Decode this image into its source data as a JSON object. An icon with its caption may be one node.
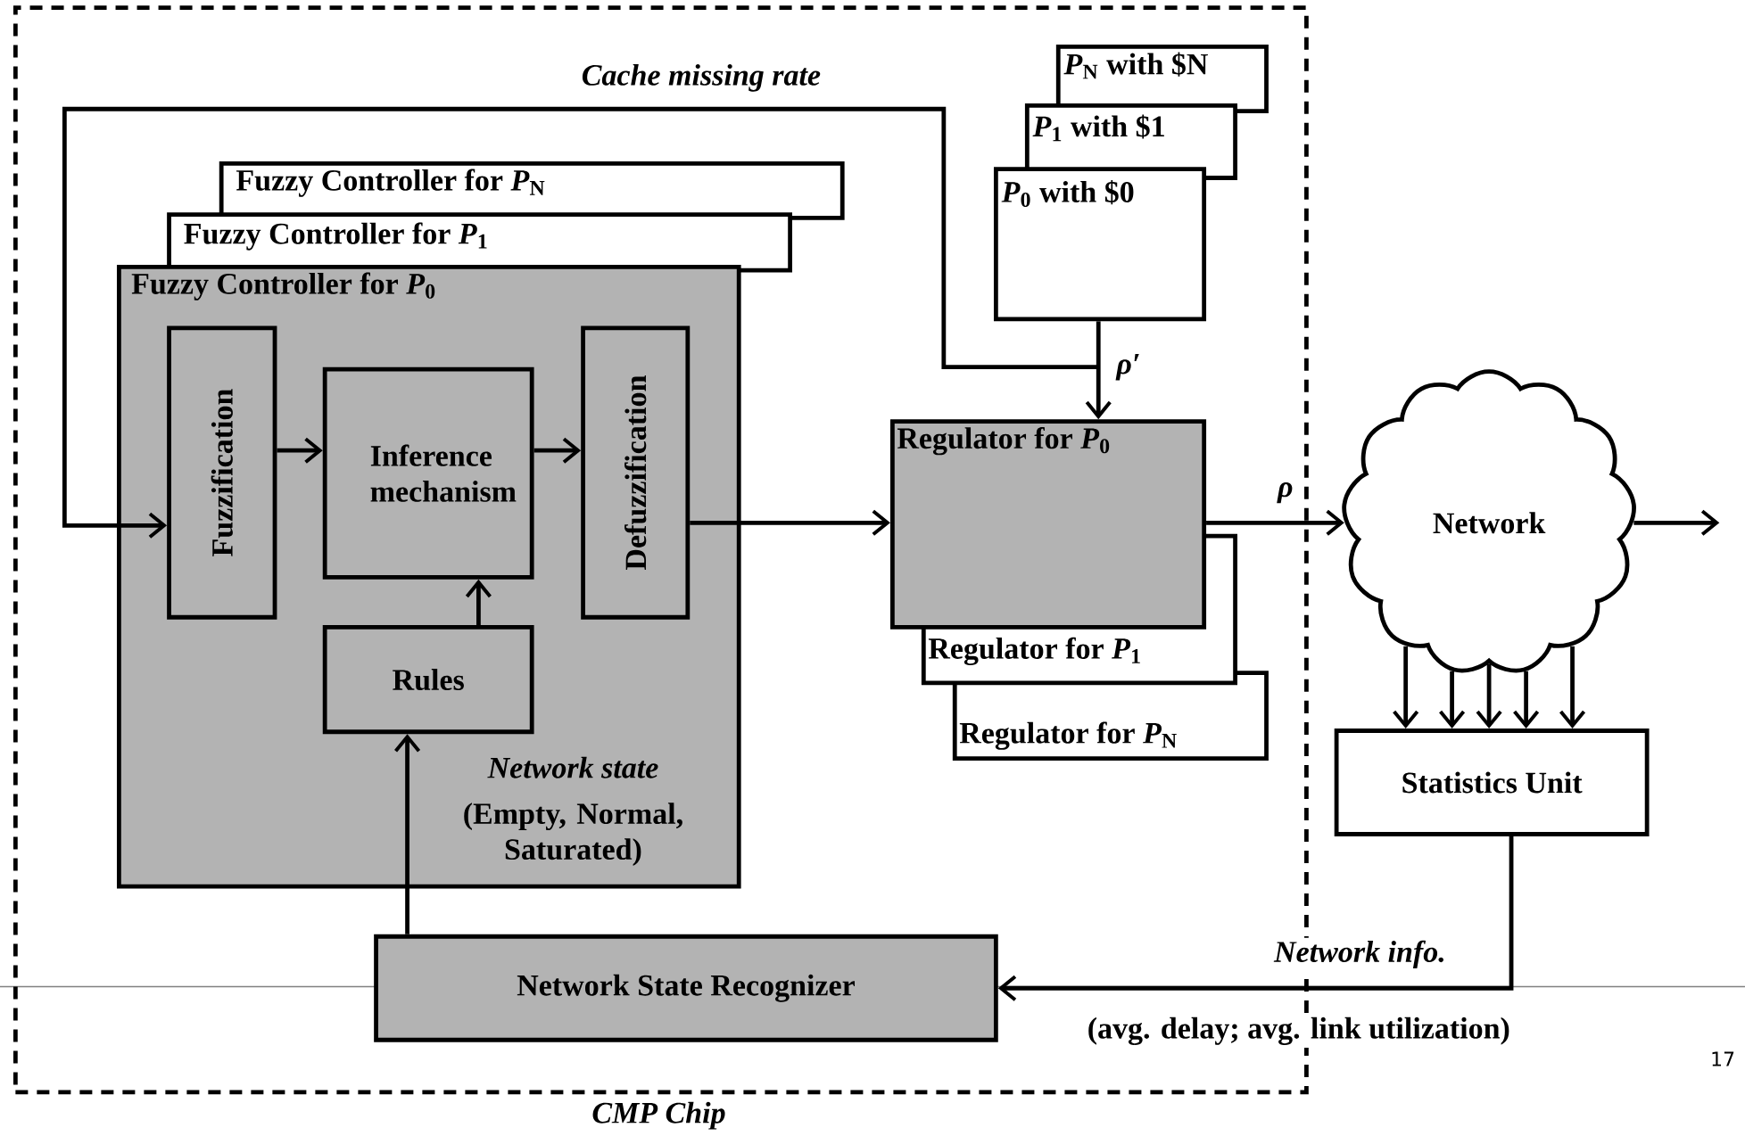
{
  "diagram": {
    "nodes": [
      {
        "text": [
          "CMP Chip"
        ]
      },
      {
        "text": [
          "Fuzzy Controller for *P*$_{N}$"
        ],
        "in": 0
      },
      {
        "text": [
          "Fuzzy Controller for *P*$_{1}$"
        ],
        "in": 0
      },
      {
        "text": [
          "Fuzzy Controller for *P*$_{0}$",
          "Network state",
          "(Empty, Normal, Saturated)"
        ],
        "in": 0
      },
      {
        "text": [
          "Fuzzification"
        ],
        "in": 3
      },
      {
        "text": [
          "Inference mechanism"
        ],
        "in": 3
      },
      {
        "text": [
          "Defuzzification"
        ],
        "in": 3
      },
      {
        "text": [
          "Rules"
        ],
        "in": 3
      },
      {
        "text": [
          "*P*$_{N}$ with $N"
        ],
        "in": 0
      },
      {
        "text": [
          "*P*$_{1}$ with $1"
        ],
        "in": 0
      },
      {
        "text": [
          "*P*$_{0}$ with $0"
        ],
        "in": 0
      },
      {
        "text": [
          "Regulator for *P*$_{0}$"
        ],
        "in": 0
      },
      {
        "text": [
          "Regulator for *P*$_{1}$"
        ],
        "in": 0
      },
      {
        "text": [
          "Regulator for *P*$_{N}$"
        ],
        "in": 0
      },
      {
        "text": [
          "Network"
        ]
      },
      {
        "text": [
          "Statistics Unit"
        ]
      },
      {
        "text": [
          "Network State Recognizer"
        ],
        "in": 0
      }
    ],
    "edges": [
      {
        "from": null,
        "to": 4,
        "arrow": "to",
        "label": "Cache missing rate"
      },
      {
        "from": 4,
        "to": 5,
        "arrow": "to"
      },
      {
        "from": 5,
        "to": 6,
        "arrow": "to"
      },
      {
        "from": 7,
        "to": 5,
        "arrow": "to"
      },
      {
        "from": 6,
        "to": 11,
        "arrow": "to"
      },
      {
        "from": 10,
        "to": 11,
        "arrow": "to",
        "label": "ρ′"
      },
      {
        "from": 11,
        "to": 14,
        "arrow": "to",
        "label": "ρ"
      },
      {
        "from": 14,
        "to": null,
        "arrow": "to"
      },
      {
        "from": 14,
        "to": 15,
        "arrow": "to"
      },
      {
        "from": 14,
        "to": 15,
        "arrow": "to"
      },
      {
        "from": 14,
        "to": 15,
        "arrow": "to"
      },
      {
        "from": 14,
        "to": 15,
        "arrow": "to"
      },
      {
        "from": 14,
        "to": 15,
        "arrow": "to"
      },
      {
        "from": 15,
        "to": 16,
        "arrow": "to",
        "label": "Network info."
      },
      {
        "from": 16,
        "to": 7,
        "arrow": "to"
      }
    ],
    "labels": [
      "(avg. delay; avg. link utilization)",
      "17"
    ]
  }
}
